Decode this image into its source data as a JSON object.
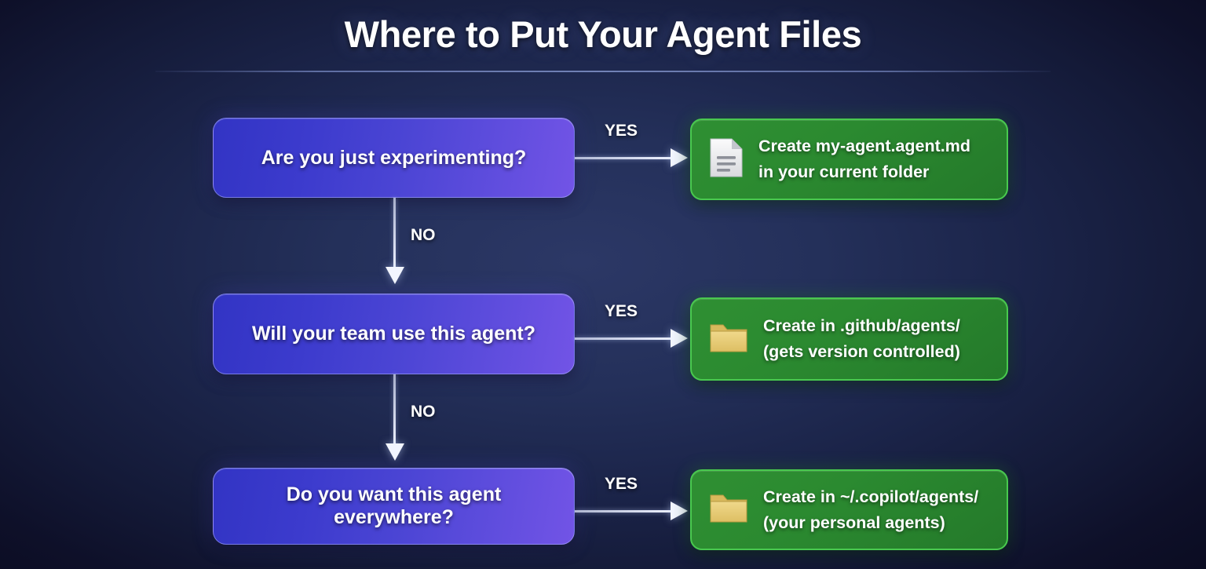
{
  "header": {
    "title": "Where to Put Your Agent Files"
  },
  "colors": {
    "background_dark": "#0b0c22",
    "background_center": "#2c3866",
    "decision_start": "#3234c4",
    "decision_end": "#7254e6",
    "outcome_fill": "#2b8a30",
    "outcome_border": "#49c94f",
    "connector": "#f2f5ff",
    "text": "#ffffff"
  },
  "flow": {
    "yes_label": "YES",
    "no_label": "NO",
    "steps": [
      {
        "decision": "Are you just experimenting?",
        "yes_label": "YES",
        "no_label": "NO",
        "outcome_icon": "document-icon",
        "outcome_line1": "Create my-agent.agent.md",
        "outcome_line2": "in your current folder"
      },
      {
        "decision": "Will your team use this agent?",
        "yes_label": "YES",
        "no_label": "NO",
        "outcome_icon": "folder-icon",
        "outcome_line1": "Create in .github/agents/",
        "outcome_line2": "(gets version controlled)"
      },
      {
        "decision": "Do you want this agent everywhere?",
        "yes_label": "YES",
        "no_label": "",
        "outcome_icon": "folder-icon",
        "outcome_line1": "Create in ~/.copilot/agents/",
        "outcome_line2": "(your personal agents)"
      }
    ]
  }
}
